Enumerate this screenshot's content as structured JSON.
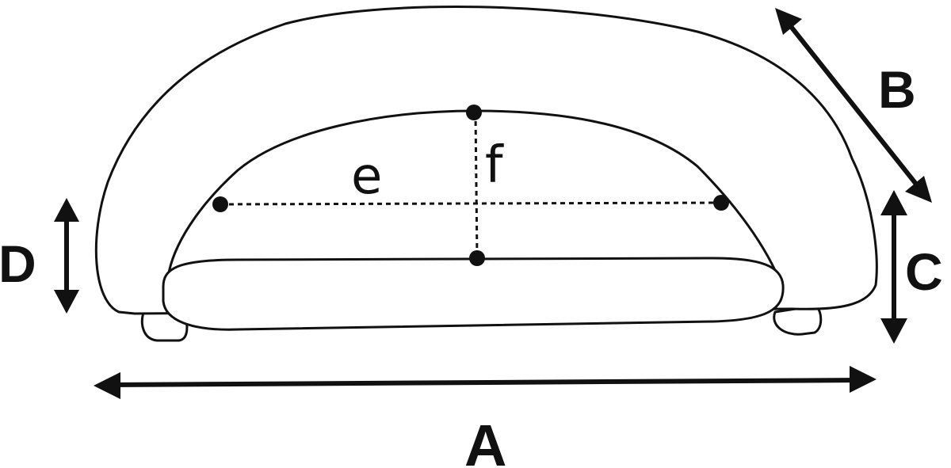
{
  "labels": {
    "a": "A",
    "b": "B",
    "c": "C",
    "d": "D",
    "e": "e",
    "f": "f"
  },
  "colors": {
    "stroke": "#111111",
    "background": "#ffffff"
  }
}
